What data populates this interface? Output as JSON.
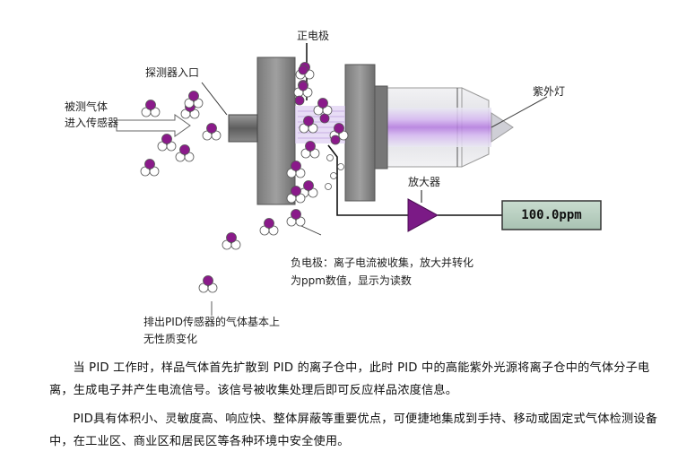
{
  "labels": {
    "positive_electrode": "正电极",
    "detector_inlet": "探测器入口",
    "gas_into_sensor_line1": "被测气体",
    "gas_into_sensor_line2": "进入传感器",
    "uv_lamp": "紫外灯",
    "amplifier": "放大器",
    "display_reading": "100.0ppm",
    "negative_electrode_line1": "负电极：离子电流被收集，放大并转化",
    "negative_electrode_line2": "为ppm数值，显示为读数",
    "exhaust_line1": "排出PID传感器的气体基本上",
    "exhaust_line2": "无性质变化"
  },
  "paragraphs": [
    "当 PID 工作时，样品气体首先扩散到 PID 的离子仓中，此时 PID 中的高能紫外光源将离子仓中的气体分子电离，生成电子并产生电流信号。该信号被收集处理后即可反应样品浓度信息。",
    "PID具有体积小、灵敏度高、响应快、整体屏蔽等重要优点，可便捷地集成到手持、移动或固定式气体检测设备中，在工业区、商业区和居民区等各种环境中安全使用。"
  ],
  "colors": {
    "molecule_purple": "#8a1a8a",
    "electrode_gray": "#8c8c8c",
    "uv_violet": "#b57be0",
    "display_green": "#b8cfc0",
    "amplifier_purple": "#7b1a86"
  }
}
